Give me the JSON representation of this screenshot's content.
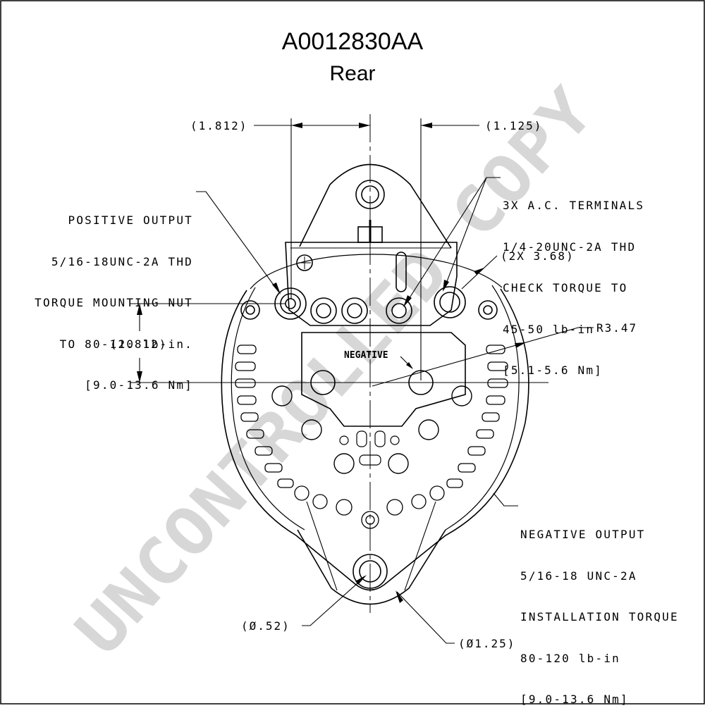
{
  "header": {
    "part_number": "A0012830AA",
    "view": "Rear"
  },
  "dimensions": {
    "top_left": "(1.812)",
    "top_right": "(1.125)",
    "left_vertical": "(1.812)",
    "mount_spacing": "(2X 3.68)",
    "radius": "R3.47",
    "bottom_hole": "(Ø.52)",
    "bottom_boss": "(Ø1.25)"
  },
  "callouts": {
    "positive_output": [
      "POSITIVE OUTPUT",
      "5/16-18UNC-2A THD",
      "TORQUE MOUNTING NUT",
      "TO 80-120 lb-in.",
      "[9.0-13.6 Nm]"
    ],
    "ac_terminals": [
      "3X A.C. TERMINALS",
      "1/4-20UNC-2A THD",
      "CHECK TORQUE TO",
      "45-50 lb-in",
      "[5.1-5.6 Nm]"
    ],
    "negative_output": [
      "NEGATIVE OUTPUT",
      "5/16-18 UNC-2A",
      "INSTALLATION TORQUE",
      "80-120 lb-in",
      "[9.0-13.6 Nm]"
    ],
    "negative_marking": "NEGATIVE"
  },
  "watermark": "UNCONTROLLED COPY"
}
